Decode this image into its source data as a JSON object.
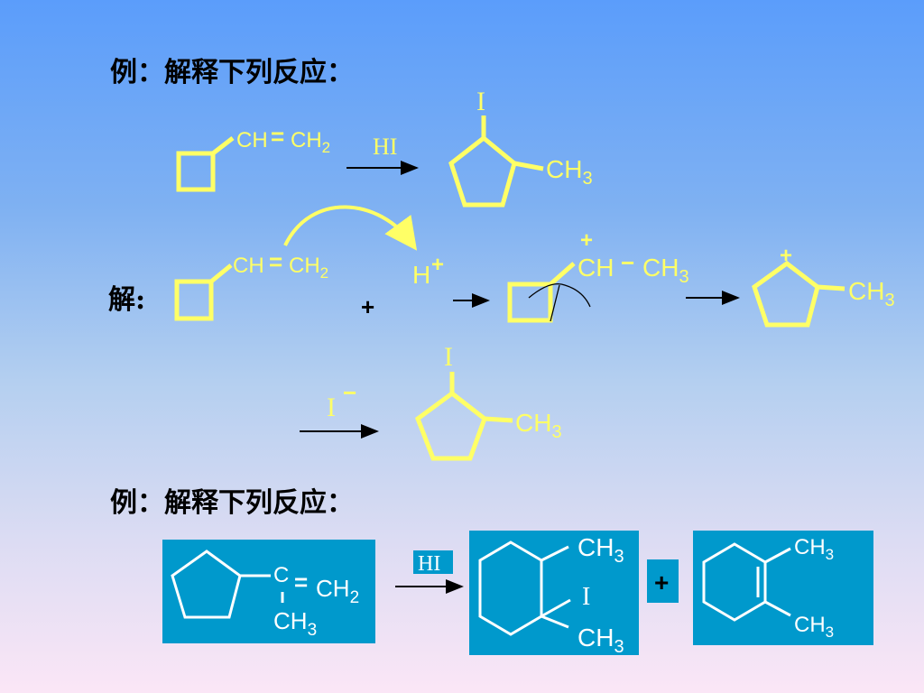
{
  "heading_top": "例：解释下列反应：",
  "heading_bottom": "例：解释下列反应：",
  "answer_label": "解:",
  "reaction1": {
    "reactant_ch": "CH",
    "reactant_eq": "=",
    "reactant_ch2": "CH",
    "reactant_ch2_sub": "2",
    "reagent": "HI",
    "product_iodine": "I",
    "product_ch3": "CH",
    "product_ch3_sub": "3"
  },
  "mechanism": {
    "reactant_ch": "CH",
    "reactant_eq": "=",
    "reactant_ch2": "CH",
    "reactant_ch2_sub": "2",
    "proton": "H",
    "proton_charge": "+",
    "plus": "+",
    "cation_charge": "+",
    "cation_ch": "CH",
    "cation_dash": "−",
    "cation_ch3": "CH",
    "cation_ch3_sub": "3",
    "ring_charge": "+",
    "ring_ch3": "CH",
    "ring_ch3_sub": "3",
    "iodide": "I",
    "iodide_charge": "−",
    "product_iodine": "I",
    "product_ch3": "CH",
    "product_ch3_sub": "3"
  },
  "reaction2": {
    "reactant_c": "C",
    "reactant_eq": "=",
    "reactant_ch2": "CH",
    "reactant_ch2_sub": "2",
    "reactant_ch3": "CH",
    "reactant_ch3_sub": "3",
    "reagent": "HI",
    "product1_ch3_top": "CH",
    "product1_ch3_top_sub": "3",
    "product1_iodine": "I",
    "product1_ch3_bottom": "CH",
    "product1_ch3_bottom_sub": "3",
    "plus": "+",
    "product2_ch3_top": "CH",
    "product2_ch3_top_sub": "3",
    "product2_ch3_bottom": "CH",
    "product2_ch3_bottom_sub": "3"
  },
  "colors": {
    "bond_yellow": "#ffff66",
    "panel_teal": "#0099cc",
    "bond_white": "#ffffff"
  }
}
